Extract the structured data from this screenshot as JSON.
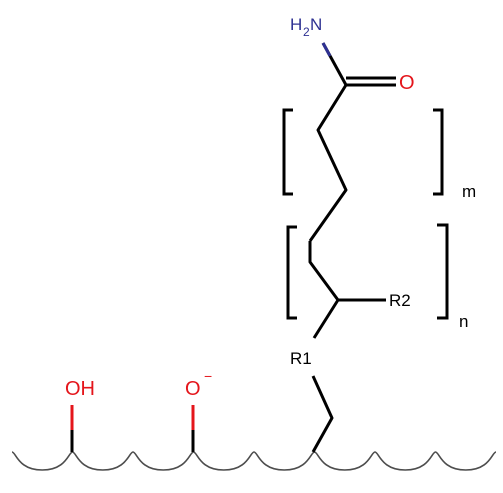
{
  "diagram": {
    "labels": {
      "amine_h": "H",
      "amine_sub": "2",
      "amine_n": "N",
      "carbonyl_o": "O",
      "hydroxyl": "OH",
      "oxide_o": "O",
      "oxide_charge": "−",
      "r1": "R1",
      "r2": "R2",
      "repeat_m": "m",
      "repeat_n": "n"
    },
    "colors": {
      "bond": "#000000",
      "nitrogen": "#2e3192",
      "oxygen": "#e4151b",
      "surface": "#4d4d4d"
    }
  }
}
